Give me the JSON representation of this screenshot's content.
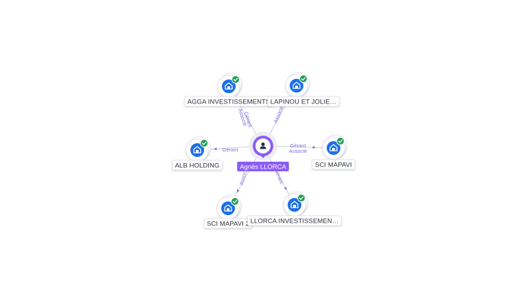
{
  "colors": {
    "person_accent": "#8b5cf6",
    "company_accent": "#1d6fe8",
    "check_badge": "#1f9d55",
    "edge_line": "#c9cbd3",
    "edge_text": "#7d6be0"
  },
  "center": {
    "name": "Agnès LLORCA",
    "icon": "person-icon"
  },
  "companies": [
    {
      "id": "agga",
      "name": "AGGA INVESTISSEMENTS",
      "icon": "building-icon",
      "badge": "check-icon"
    },
    {
      "id": "lapinou",
      "name": "LAPINOU ET JOLIE…",
      "icon": "building-icon",
      "badge": "check-icon"
    },
    {
      "id": "alb",
      "name": "ALB HOLDING",
      "icon": "building-icon",
      "badge": "check-icon"
    },
    {
      "id": "mapavi",
      "name": "SCI MAPAVI",
      "icon": "building-icon",
      "badge": "check-icon"
    },
    {
      "id": "mapavi2",
      "name": "SCI MAPAVI 2",
      "icon": "building-icon",
      "badge": "check-icon"
    },
    {
      "id": "llorca",
      "name": "LLORCA INVESTISSEMEN…",
      "icon": "building-icon",
      "badge": "check-icon"
    }
  ],
  "relations": [
    {
      "target": "agga",
      "labels": [
        "Gérant",
        "Associé"
      ]
    },
    {
      "target": "lapinou",
      "labels": [
        "Associé"
      ]
    },
    {
      "target": "alb",
      "labels": [
        "Gérant"
      ]
    },
    {
      "target": "mapavi",
      "labels": [
        "Gérant",
        "Associé"
      ]
    },
    {
      "target": "mapavi2",
      "labels": [
        "Associé"
      ]
    },
    {
      "target": "llorca",
      "labels": [
        "Gérant"
      ]
    }
  ]
}
